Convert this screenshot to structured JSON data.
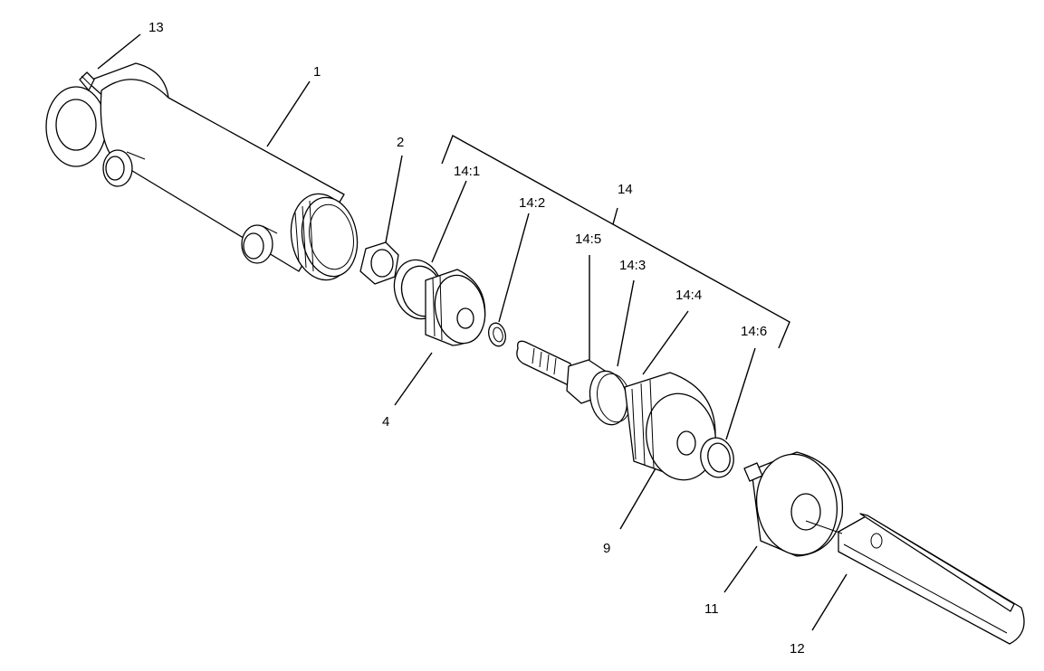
{
  "diagram": {
    "callouts": {
      "c1": "1",
      "c2": "2",
      "c4": "4",
      "c9": "9",
      "c11": "11",
      "c12": "12",
      "c13": "13",
      "c14": "14",
      "c14_1": "14:1",
      "c14_2": "14:2",
      "c14_3": "14:3",
      "c14_4": "14:4",
      "c14_5": "14:5",
      "c14_6": "14:6"
    }
  }
}
